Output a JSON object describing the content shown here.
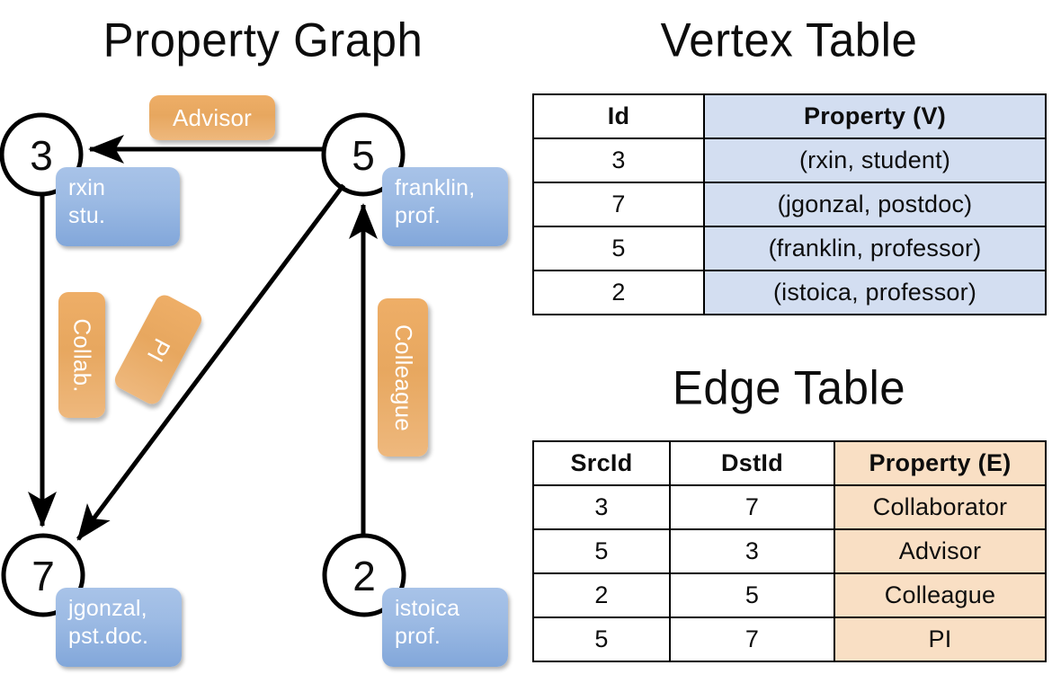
{
  "graph": {
    "title": "Property Graph",
    "vertices": [
      {
        "id": "3",
        "label_line1": "rxin",
        "label_line2": "stu."
      },
      {
        "id": "5",
        "label_line1": "franklin,",
        "label_line2": "prof."
      },
      {
        "id": "7",
        "label_line1": "jgonzal,",
        "label_line2": "pst.doc."
      },
      {
        "id": "2",
        "label_line1": "istoica",
        "label_line2": "prof."
      }
    ],
    "edge_labels": {
      "advisor": "Advisor",
      "collab": "Collab.",
      "pi": "PI",
      "colleague": "Colleague"
    }
  },
  "vertex_table": {
    "title": "Vertex Table",
    "headers": [
      "Id",
      "Property (V)"
    ],
    "rows": [
      [
        "3",
        "(rxin, student)"
      ],
      [
        "7",
        "(jgonzal, postdoc)"
      ],
      [
        "5",
        "(franklin, professor)"
      ],
      [
        "2",
        "(istoica, professor)"
      ]
    ]
  },
  "edge_table": {
    "title": "Edge Table",
    "headers": [
      "SrcId",
      "DstId",
      "Property (E)"
    ],
    "rows": [
      [
        "3",
        "7",
        "Collaborator"
      ],
      [
        "5",
        "3",
        "Advisor"
      ],
      [
        "2",
        "5",
        "Colleague"
      ],
      [
        "5",
        "7",
        "PI"
      ]
    ]
  },
  "colors": {
    "vertex_property_fill": "#d3def1",
    "edge_property_fill": "#f9dfc4",
    "bubble_blue": "#9dbbe4",
    "bubble_orange": "#e7a75f",
    "stroke": "#000000",
    "background": "#ffffff"
  }
}
